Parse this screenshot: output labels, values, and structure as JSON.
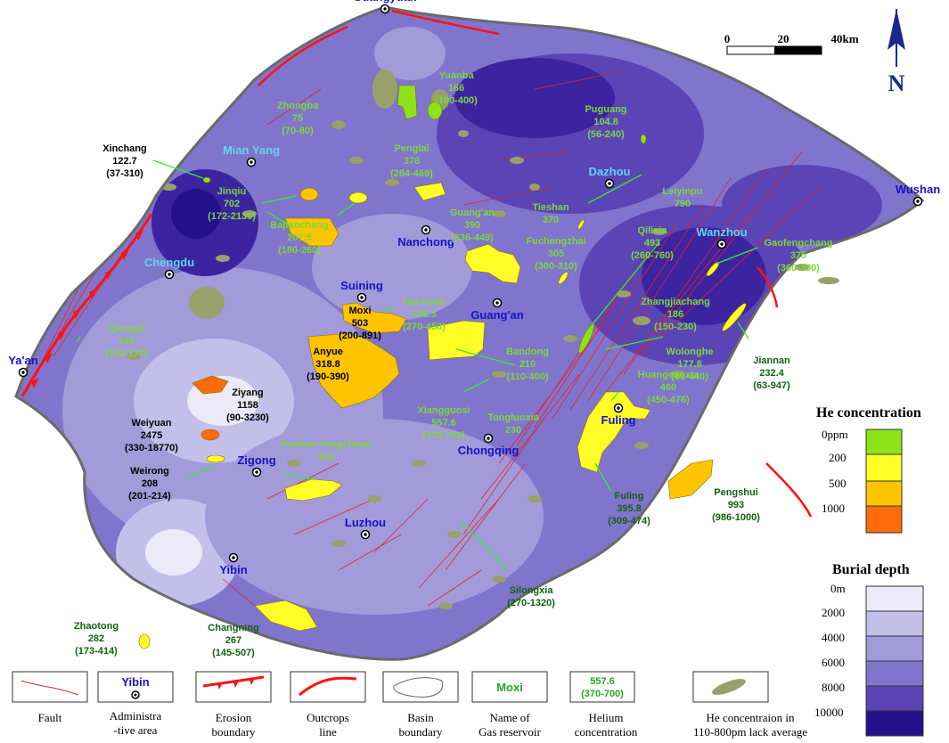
{
  "scale": {
    "ticks": [
      "0",
      "20",
      "40km"
    ]
  },
  "north": "N",
  "colors": {
    "he": [
      "#8ee21a",
      "#ffff26",
      "#ffc400",
      "#ff6a0a"
    ],
    "depth": [
      "#ece9f8",
      "#c4bfe8",
      "#a39ad9",
      "#8174cc",
      "#5a44b6",
      "#3c24a0",
      "#24108a"
    ],
    "fault": "#e0242e",
    "outcrop": "#ff1111",
    "olive": "#99a06a",
    "admin_blue": "#1313c8",
    "admin_cyan": "#5fd7f0",
    "field_green": "#7cd83c",
    "field_dark": "#126012"
  },
  "admin": [
    {
      "name": "Guangyuan",
      "color": "blue",
      "dot": true
    },
    {
      "name": "Mian Yang",
      "color": "cyan",
      "dot": true
    },
    {
      "name": "Dazhou",
      "color": "cyan",
      "dot": true
    },
    {
      "name": "Wushan",
      "color": "blue",
      "dot": true
    },
    {
      "name": "Wanzhou",
      "color": "cyan",
      "dot": true
    },
    {
      "name": "Chengdu",
      "color": "cyan",
      "dot": true
    },
    {
      "name": "Nanchong",
      "color": "blue",
      "dot": true
    },
    {
      "name": "Suining",
      "color": "blue",
      "dot": true
    },
    {
      "name": "Guang'an",
      "color": "blue",
      "dot": true
    },
    {
      "name": "Ya'an",
      "color": "blue",
      "dot": true
    },
    {
      "name": "Zigong",
      "color": "blue",
      "dot": true
    },
    {
      "name": "Chongqing",
      "color": "blue",
      "dot": true
    },
    {
      "name": "Fuling",
      "color": "blue",
      "dot": true
    },
    {
      "name": "Luzhou",
      "color": "blue",
      "dot": true
    },
    {
      "name": "Yibin",
      "color": "blue",
      "dot": true
    }
  ],
  "fields": [
    {
      "name": "Yuanba",
      "value": "166",
      "range": "(100-400)",
      "color": "green"
    },
    {
      "name": "Zhongba",
      "value": "75",
      "range": "(70-80)",
      "color": "green"
    },
    {
      "name": "Puguang",
      "value": "104.8",
      "range": "(56-240)",
      "color": "green"
    },
    {
      "name": "Xinchang",
      "value": "122.7",
      "range": "(37-310)",
      "color": "black"
    },
    {
      "name": "Penglai",
      "value": "378",
      "range": "(284-469)",
      "color": "green"
    },
    {
      "name": "Jinqiu",
      "value": "702",
      "range": "(172-2130)",
      "color": "green"
    },
    {
      "name": "Bajiaochang",
      "value": "207.5",
      "range": "(180-260)",
      "color": "green"
    },
    {
      "name": "Guang'an",
      "value": "390",
      "range": "(336-449)",
      "color": "green"
    },
    {
      "name": "Tieshan",
      "value": "370",
      "range": "",
      "color": "green"
    },
    {
      "name": "Leiyinpu",
      "value": "790",
      "range": "",
      "color": "green"
    },
    {
      "name": "Fuchengzhai",
      "value": "305",
      "range": "(300-310)",
      "color": "green"
    },
    {
      "name": "Qilixia",
      "value": "493",
      "range": "(260-760)",
      "color": "green"
    },
    {
      "name": "Gaofengchang",
      "value": "375",
      "range": "(360-390)",
      "color": "green"
    },
    {
      "name": "Zhangjiachang",
      "value": "186",
      "range": "(150-230)",
      "color": "green"
    },
    {
      "name": "Hechuan",
      "value": "338.5",
      "range": "(270-458)",
      "color": "green"
    },
    {
      "name": "Moxi",
      "value": "503",
      "range": "(200-891)",
      "color": "black"
    },
    {
      "name": "Anyue",
      "value": "318.8",
      "range": "(190-390)",
      "color": "black"
    },
    {
      "name": "Qiongxi",
      "value": "160",
      "range": "(150-170)",
      "color": "green"
    },
    {
      "name": "Wolonghe",
      "value": "177.8",
      "range": "(80-440)",
      "color": "green"
    },
    {
      "name": "Jiannan",
      "value": "232.4",
      "range": "(63-947)",
      "color": "dark"
    },
    {
      "name": "Bandong",
      "value": "210",
      "range": "(110-400)",
      "color": "green"
    },
    {
      "name": "Ziyang",
      "value": "1158",
      "range": "(90-3230)",
      "color": "black"
    },
    {
      "name": "Huangcaoxia",
      "value": "460",
      "range": "(450-476)",
      "color": "green"
    },
    {
      "name": "Xiangguosi",
      "value": "557.6",
      "range": "(370-700)",
      "color": "green"
    },
    {
      "name": "Tongluoxia",
      "value": "230",
      "range": "",
      "color": "green"
    },
    {
      "name": "Weiyuan",
      "value": "2475",
      "range": "(330-18770)",
      "color": "black"
    },
    {
      "name": "Fushun-Yongchuan",
      "value": "410",
      "range": "",
      "color": "green"
    },
    {
      "name": "Weirong",
      "value": "208",
      "range": "(201-214)",
      "color": "black"
    },
    {
      "name": "Fuling",
      "value": "395.8",
      "range": "(309-474)",
      "color": "dark"
    },
    {
      "name": "Pengshui",
      "value": "993",
      "range": "(986-1000)",
      "color": "dark"
    },
    {
      "name": "Silongxia",
      "value": "",
      "range": "(270-1320)",
      "color": "dark"
    },
    {
      "name": "Zhaotong",
      "value": "282",
      "range": "(173-414)",
      "color": "dark"
    },
    {
      "name": "Changning",
      "value": "267",
      "range": "(145-507)",
      "color": "dark"
    }
  ],
  "he_legend": {
    "title": "He concentration",
    "labels": [
      "0ppm",
      "200",
      "500",
      "1000"
    ]
  },
  "depth_legend": {
    "title": "Burial depth",
    "labels": [
      "0m",
      "2000",
      "4000",
      "6000",
      "8000",
      "10000"
    ]
  },
  "bottom_legend": [
    {
      "label": "Fault",
      "sample": ""
    },
    {
      "label": "Administra -tive area",
      "sample": "Yibin"
    },
    {
      "label": "Erosion boundary",
      "sample": ""
    },
    {
      "label": "Outcrops line",
      "sample": ""
    },
    {
      "label": "Basin boundary",
      "sample": ""
    },
    {
      "label": "Name of Gas reservoir",
      "sample": "Moxi"
    },
    {
      "label": "Helium concentration",
      "sample": "557.6 (370-700)"
    },
    {
      "label": "He concentraion in 110-800pm lack average",
      "sample": ""
    }
  ]
}
